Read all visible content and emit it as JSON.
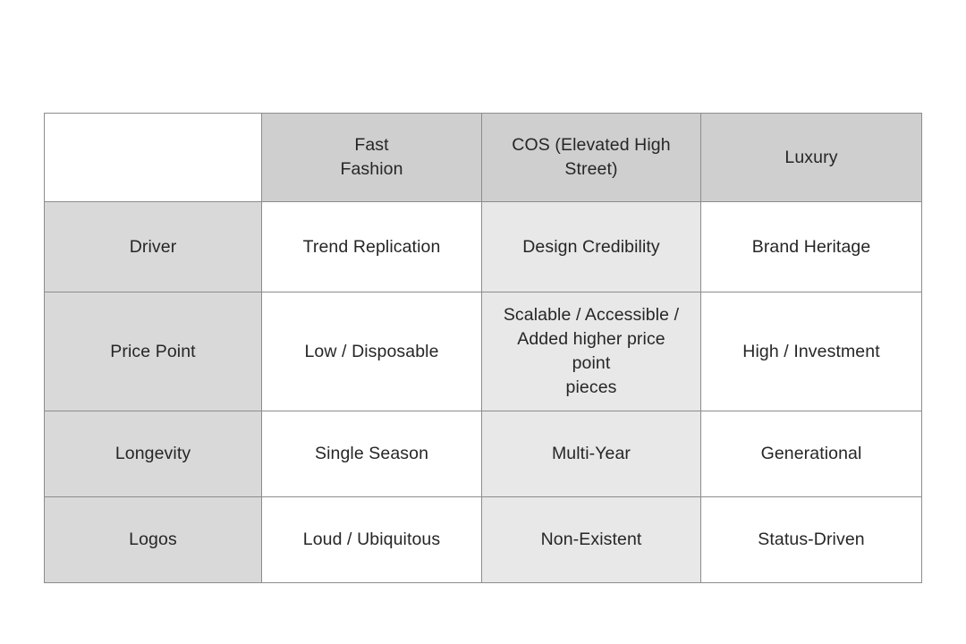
{
  "table": {
    "corner_label": "",
    "columns": [
      {
        "key": "label",
        "header": ""
      },
      {
        "key": "fast",
        "header": "Fast\nFashion"
      },
      {
        "key": "cos",
        "header": "COS (Elevated High\nStreet)"
      },
      {
        "key": "luxury",
        "header": "Luxury"
      }
    ],
    "rows": [
      {
        "label": "Driver",
        "fast": "Trend Replication",
        "cos": "Design Credibility",
        "luxury": "Brand Heritage"
      },
      {
        "label": "Price Point",
        "fast": "Low / Disposable",
        "cos": "Scalable / Accessible /\nAdded higher price\npoint\npieces",
        "luxury": "High / Investment"
      },
      {
        "label": "Longevity",
        "fast": "Single Season",
        "cos": "Multi-Year",
        "luxury": "Generational"
      },
      {
        "label": "Logos",
        "fast": "Loud / Ubiquitous",
        "cos": "Non-Existent",
        "luxury": "Status-Driven"
      }
    ]
  },
  "colors": {
    "page_background": "#ffffff",
    "header_fill": "#cfcfcf",
    "row_label_fill": "#d9d9d9",
    "cos_column_fill": "#e8e8e8",
    "plain_cell_fill": "#ffffff",
    "border": "#8c8c8c",
    "text": "#262626"
  }
}
